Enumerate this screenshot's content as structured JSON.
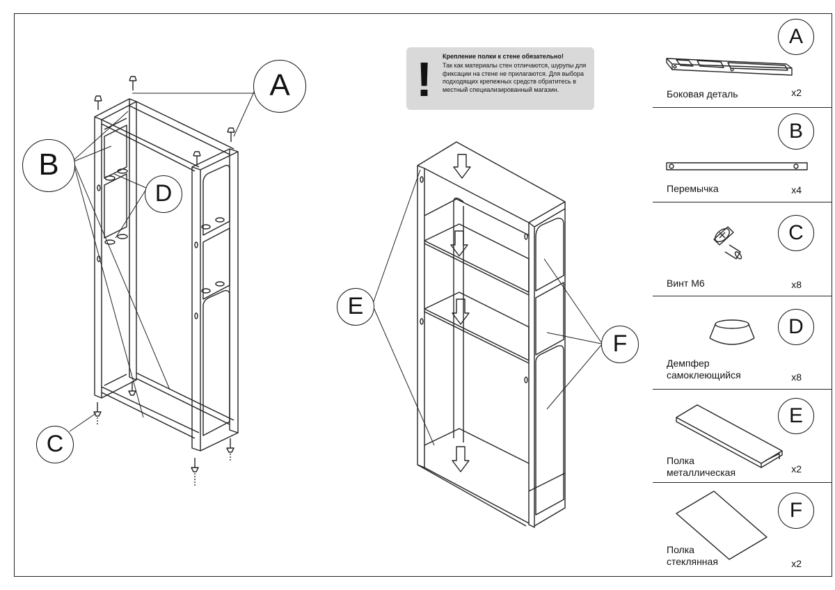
{
  "warning": {
    "mark": "!",
    "title": "Крепление полки к стене обязательно!",
    "body": "Так как материалы стен отличаются, шурупы для фиксации на стене не прилагаются. Для выбора подходящих крепежных средств обратитесь в местный специализированный магазин."
  },
  "callouts": {
    "a": "A",
    "b": "B",
    "c": "C",
    "d": "D",
    "e": "E",
    "f": "F"
  },
  "parts": [
    {
      "letter": "A",
      "name": "Боковая деталь",
      "qty": "x2",
      "icon": "side-panel-icon"
    },
    {
      "letter": "B",
      "name": "Перемычка",
      "qty": "x4",
      "icon": "crossbar-icon"
    },
    {
      "letter": "C",
      "name": "Винт М6",
      "qty": "x8",
      "icon": "screw-icon"
    },
    {
      "letter": "D",
      "name": "Демпфер\nсамоклеющийся",
      "qty": "x8",
      "icon": "damper-icon"
    },
    {
      "letter": "E",
      "name": "Полка\nметаллическая",
      "qty": "x2",
      "icon": "metal-shelf-icon"
    },
    {
      "letter": "F",
      "name": "Полка\nстеклянная",
      "qty": "x2",
      "icon": "glass-shelf-icon"
    }
  ]
}
